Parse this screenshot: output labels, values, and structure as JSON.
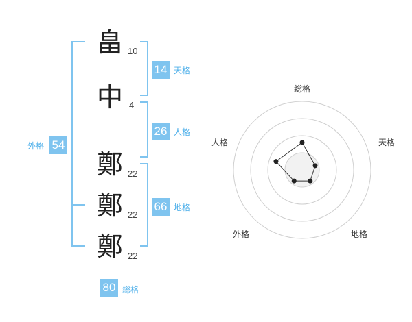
{
  "name": {
    "chars": [
      {
        "char": "畠",
        "strokes": "10"
      },
      {
        "char": "中",
        "strokes": "4"
      },
      {
        "char": "鄭",
        "strokes": "22"
      },
      {
        "char": "鄭",
        "strokes": "22"
      },
      {
        "char": "鄭",
        "strokes": "22"
      }
    ]
  },
  "kakusu": {
    "tenkaku": {
      "value": "14",
      "label": "天格"
    },
    "jinkaku": {
      "value": "26",
      "label": "人格"
    },
    "chikaku": {
      "value": "66",
      "label": "地格"
    },
    "gaikaku": {
      "value": "54",
      "label": "外格"
    },
    "soukaku": {
      "value": "80",
      "label": "総格"
    }
  },
  "colors": {
    "accent": "#7fc4ef",
    "accent_text": "#4fb0ea"
  },
  "chart_data": {
    "type": "radar",
    "axes": [
      "総格",
      "天格",
      "地格",
      "外格",
      "人格"
    ],
    "rings": 4,
    "values": [
      2,
      1,
      1,
      1,
      2
    ],
    "max": 5
  }
}
